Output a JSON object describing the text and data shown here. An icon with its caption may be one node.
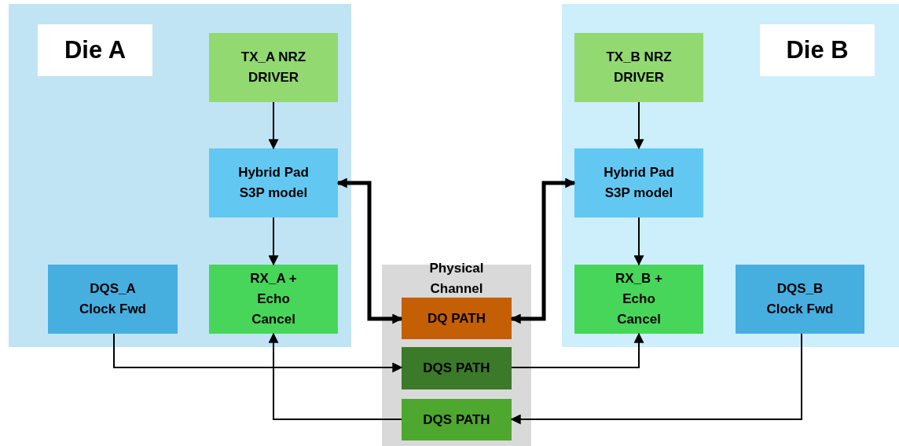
{
  "diagram": {
    "nodes": [
      {
        "text": [
          "Die A"
        ]
      },
      {
        "text": [
          "TX_A NRZ DRIVER"
        ],
        "in": 0
      },
      {
        "text": [
          "Hybrid Pad S3P model"
        ],
        "in": 0
      },
      {
        "text": [
          "DQS_A Clock Fwd"
        ],
        "in": 0
      },
      {
        "text": [
          "RX_A + Echo Cancel"
        ],
        "in": 0
      },
      {
        "text": [
          "Physical Channel"
        ]
      },
      {
        "text": [
          "DQ PATH"
        ],
        "in": 5
      },
      {
        "text": [
          "DQS PATH"
        ],
        "in": 5
      },
      {
        "text": [
          "DQS PATH"
        ],
        "in": 5
      },
      {
        "text": [
          "Die B"
        ]
      },
      {
        "text": [
          "TX_B NRZ DRIVER"
        ],
        "in": 9
      },
      {
        "text": [
          "Hybrid Pad S3P model"
        ],
        "in": 9
      },
      {
        "text": [
          "RX_B + Echo Cancel"
        ],
        "in": 9
      },
      {
        "text": [
          "DQS_B Clock Fwd"
        ],
        "in": 9
      }
    ],
    "edges": [
      {
        "from": 1,
        "to": 2,
        "arrow": "to"
      },
      {
        "from": 2,
        "to": 4,
        "arrow": "to"
      },
      {
        "from": 2,
        "to": 6,
        "arrow": "both",
        "style": "thick"
      },
      {
        "from": 6,
        "to": 11,
        "arrow": "both",
        "style": "thick"
      },
      {
        "from": 10,
        "to": 11,
        "arrow": "to"
      },
      {
        "from": 11,
        "to": 12,
        "arrow": "to"
      },
      {
        "from": 3,
        "to": 7,
        "arrow": "to"
      },
      {
        "from": 7,
        "to": 12,
        "arrow": "to"
      },
      {
        "from": 13,
        "to": 8,
        "arrow": "to"
      },
      {
        "from": 8,
        "to": 4,
        "arrow": "to"
      }
    ]
  }
}
